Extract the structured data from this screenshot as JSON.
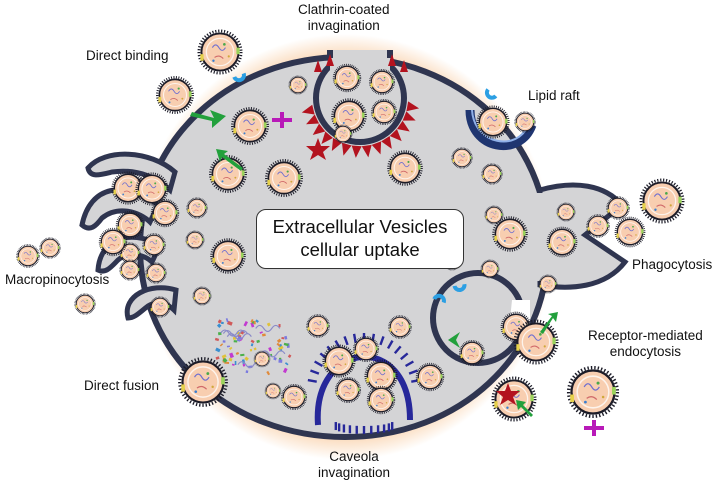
{
  "title": {
    "line1": "Extracellular Vesicles",
    "line2": "cellular uptake"
  },
  "labels": {
    "clathrin": [
      "Clathrin-coated",
      "invagination"
    ],
    "direct_binding": "Direct binding",
    "lipid_raft": "Lipid raft",
    "macropinocytosis": "Macropinocytosis",
    "phagocytosis": "Phagocytosis",
    "receptor_mediated": [
      "Receptor-mediated",
      "endocytosis"
    ],
    "direct_fusion": "Direct fusion",
    "caveola": [
      "Caveola",
      "invagination"
    ]
  },
  "colors": {
    "cell_fill": "#d4d4d6",
    "cell_stroke": "#2f3550",
    "glow": "#f6b679",
    "vesicle_fill": "#f8ceb0",
    "clathrin": "#b3131f",
    "caveolin": "#27289a",
    "lipid_raft": "#1f3570",
    "ligand_blue": "#2c9fe3",
    "arrow_green": "#22a03c",
    "receptor_red": "#b3131f",
    "receptor_magenta": "#b81ab8"
  },
  "icons": [
    "vesicle-icon",
    "ligand-icon",
    "receptor-arrow-icon",
    "receptor-star-icon",
    "receptor-cross-icon"
  ]
}
